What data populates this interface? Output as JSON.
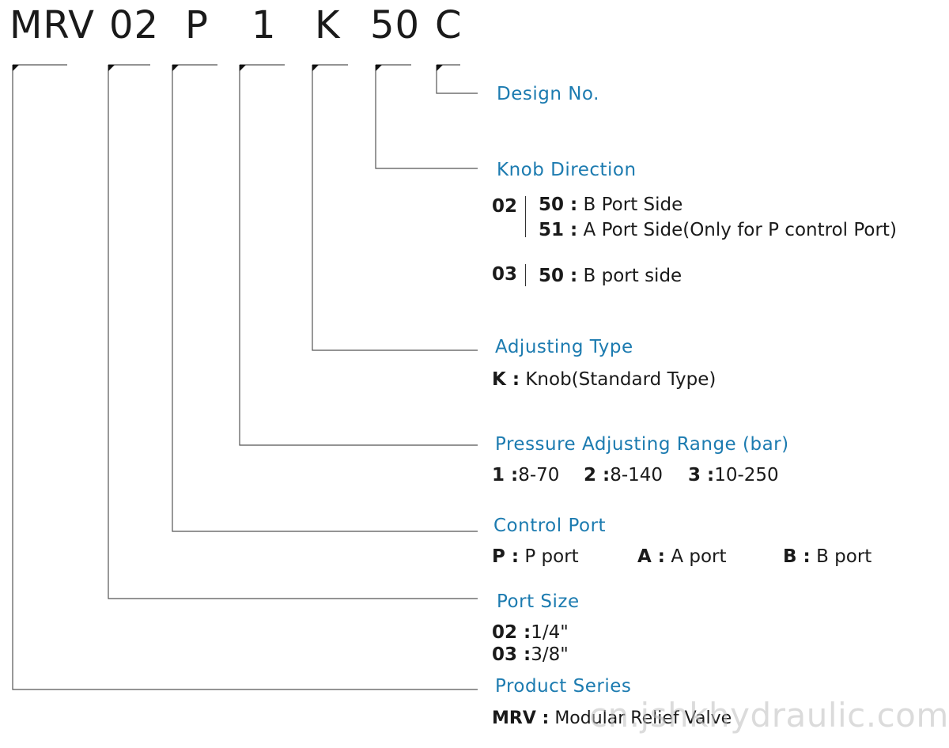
{
  "model_code": {
    "series": "MRV",
    "port_size": "02",
    "control_port": "P",
    "pressure_range": "1",
    "adjusting_type": "K",
    "knob_direction": "50",
    "design_no": "C"
  },
  "sections": {
    "design_no": {
      "heading": "Design No."
    },
    "knob_direction": {
      "heading": "Knob Direction",
      "size_02": "02",
      "size_02_opt1_code": "50 :",
      "size_02_opt1_text": "B Port Side",
      "size_02_opt2_code": "51 :",
      "size_02_opt2_text": "A Port Side(Only for P control Port)",
      "size_03": "03",
      "size_03_opt1_code": "50 :",
      "size_03_opt1_text": "B port side"
    },
    "adjusting_type": {
      "heading": "Adjusting Type",
      "code": "K :",
      "text": "Knob(Standard Type)"
    },
    "pressure_range": {
      "heading": "Pressure Adjusting Range (bar)",
      "opt1_code": "1 :",
      "opt1_text": "8-70",
      "opt2_code": "2 :",
      "opt2_text": "8-140",
      "opt3_code": "3 :",
      "opt3_text": "10-250"
    },
    "control_port": {
      "heading": "Control Port",
      "opt1_code": "P :",
      "opt1_text": "P port",
      "opt2_code": "A :",
      "opt2_text": "A port",
      "opt3_code": "B :",
      "opt3_text": "B port"
    },
    "port_size": {
      "heading": "Port Size",
      "opt1_code": "02 :",
      "opt1_text": "1/4\"",
      "opt2_code": "03 :",
      "opt2_text": "3/8\""
    },
    "product_series": {
      "heading": "Product Series",
      "code": "MRV :",
      "text": "Modular Relief Valve"
    }
  },
  "watermark": "cn.jshkhydraulic.com",
  "colors": {
    "heading": "#1c7bb0",
    "line": "#555555",
    "text": "#1a1a1a"
  }
}
